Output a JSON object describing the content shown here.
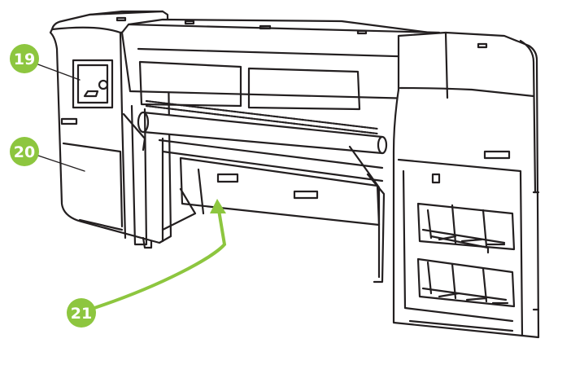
{
  "colors": {
    "callout": "#8dc63f",
    "line": "#231f20",
    "background": "#ffffff"
  },
  "callouts": [
    {
      "id": "c19",
      "label": "19"
    },
    {
      "id": "c20",
      "label": "20"
    },
    {
      "id": "c21",
      "label": "21"
    }
  ]
}
